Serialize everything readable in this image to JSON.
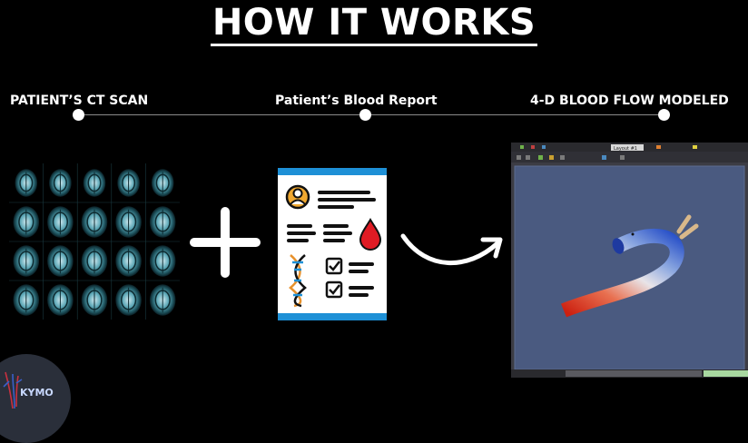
{
  "title": "HOW IT WORKS",
  "steps": [
    {
      "label": "PATIENT’S CT SCAN"
    },
    {
      "label": "Patient’s Blood Report"
    },
    {
      "label": "4-D BLOOD FLOW MODELED"
    }
  ],
  "logo_text": "KYMO",
  "sim_window": {
    "tab_label": "Layout #1"
  },
  "colors": {
    "background": "#000000",
    "report_accent": "#1e90d6",
    "blood": "#e01b24",
    "dna": "#e8922c",
    "vessel_blue": "#2850c8",
    "vessel_red": "#cc2010",
    "viewport_bg": "#4a5a80"
  },
  "icons": [
    "plus-icon",
    "arrow-icon",
    "user-icon",
    "blood-drop-icon",
    "dna-icon",
    "checkbox-icon",
    "kymo-logo-icon"
  ]
}
